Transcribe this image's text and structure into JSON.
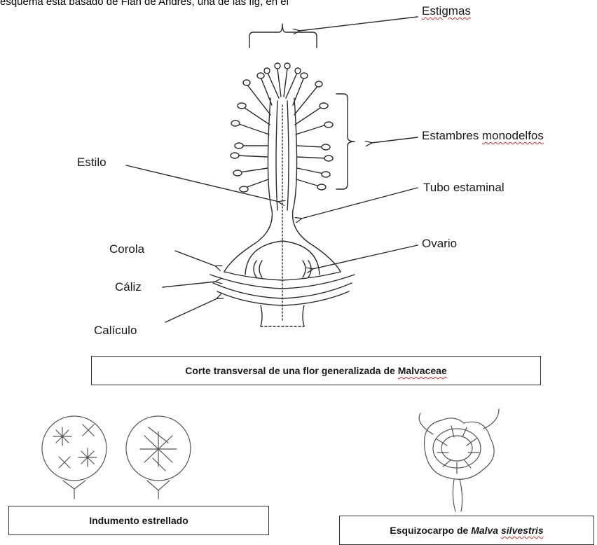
{
  "header_partial_text": "esquema esta basado de Fian de Andrés, una de las fig, en el",
  "labels": {
    "estigmas": "Estigmas",
    "estambres": "Estambres",
    "monodelfos": "monodelfos",
    "estilo": "Estilo",
    "tubo": "Tubo estaminal",
    "ovario": "Ovario",
    "corola": "Corola",
    "caliz": "Cáliz",
    "caliculo": "Calículo"
  },
  "captions": {
    "main_prefix": "Corte transversal de una flor generalizada de",
    "main_taxon": "Malvaceae",
    "indumento": "Indumento estrellado",
    "esquizocarpo_prefix": "Esquizocarpo de",
    "esquizocarpo_genus": "Malva",
    "esquizocarpo_species": "silvestris"
  },
  "colors": {
    "line": "#2a2a2a",
    "spellcheck": "#d12c2c"
  }
}
